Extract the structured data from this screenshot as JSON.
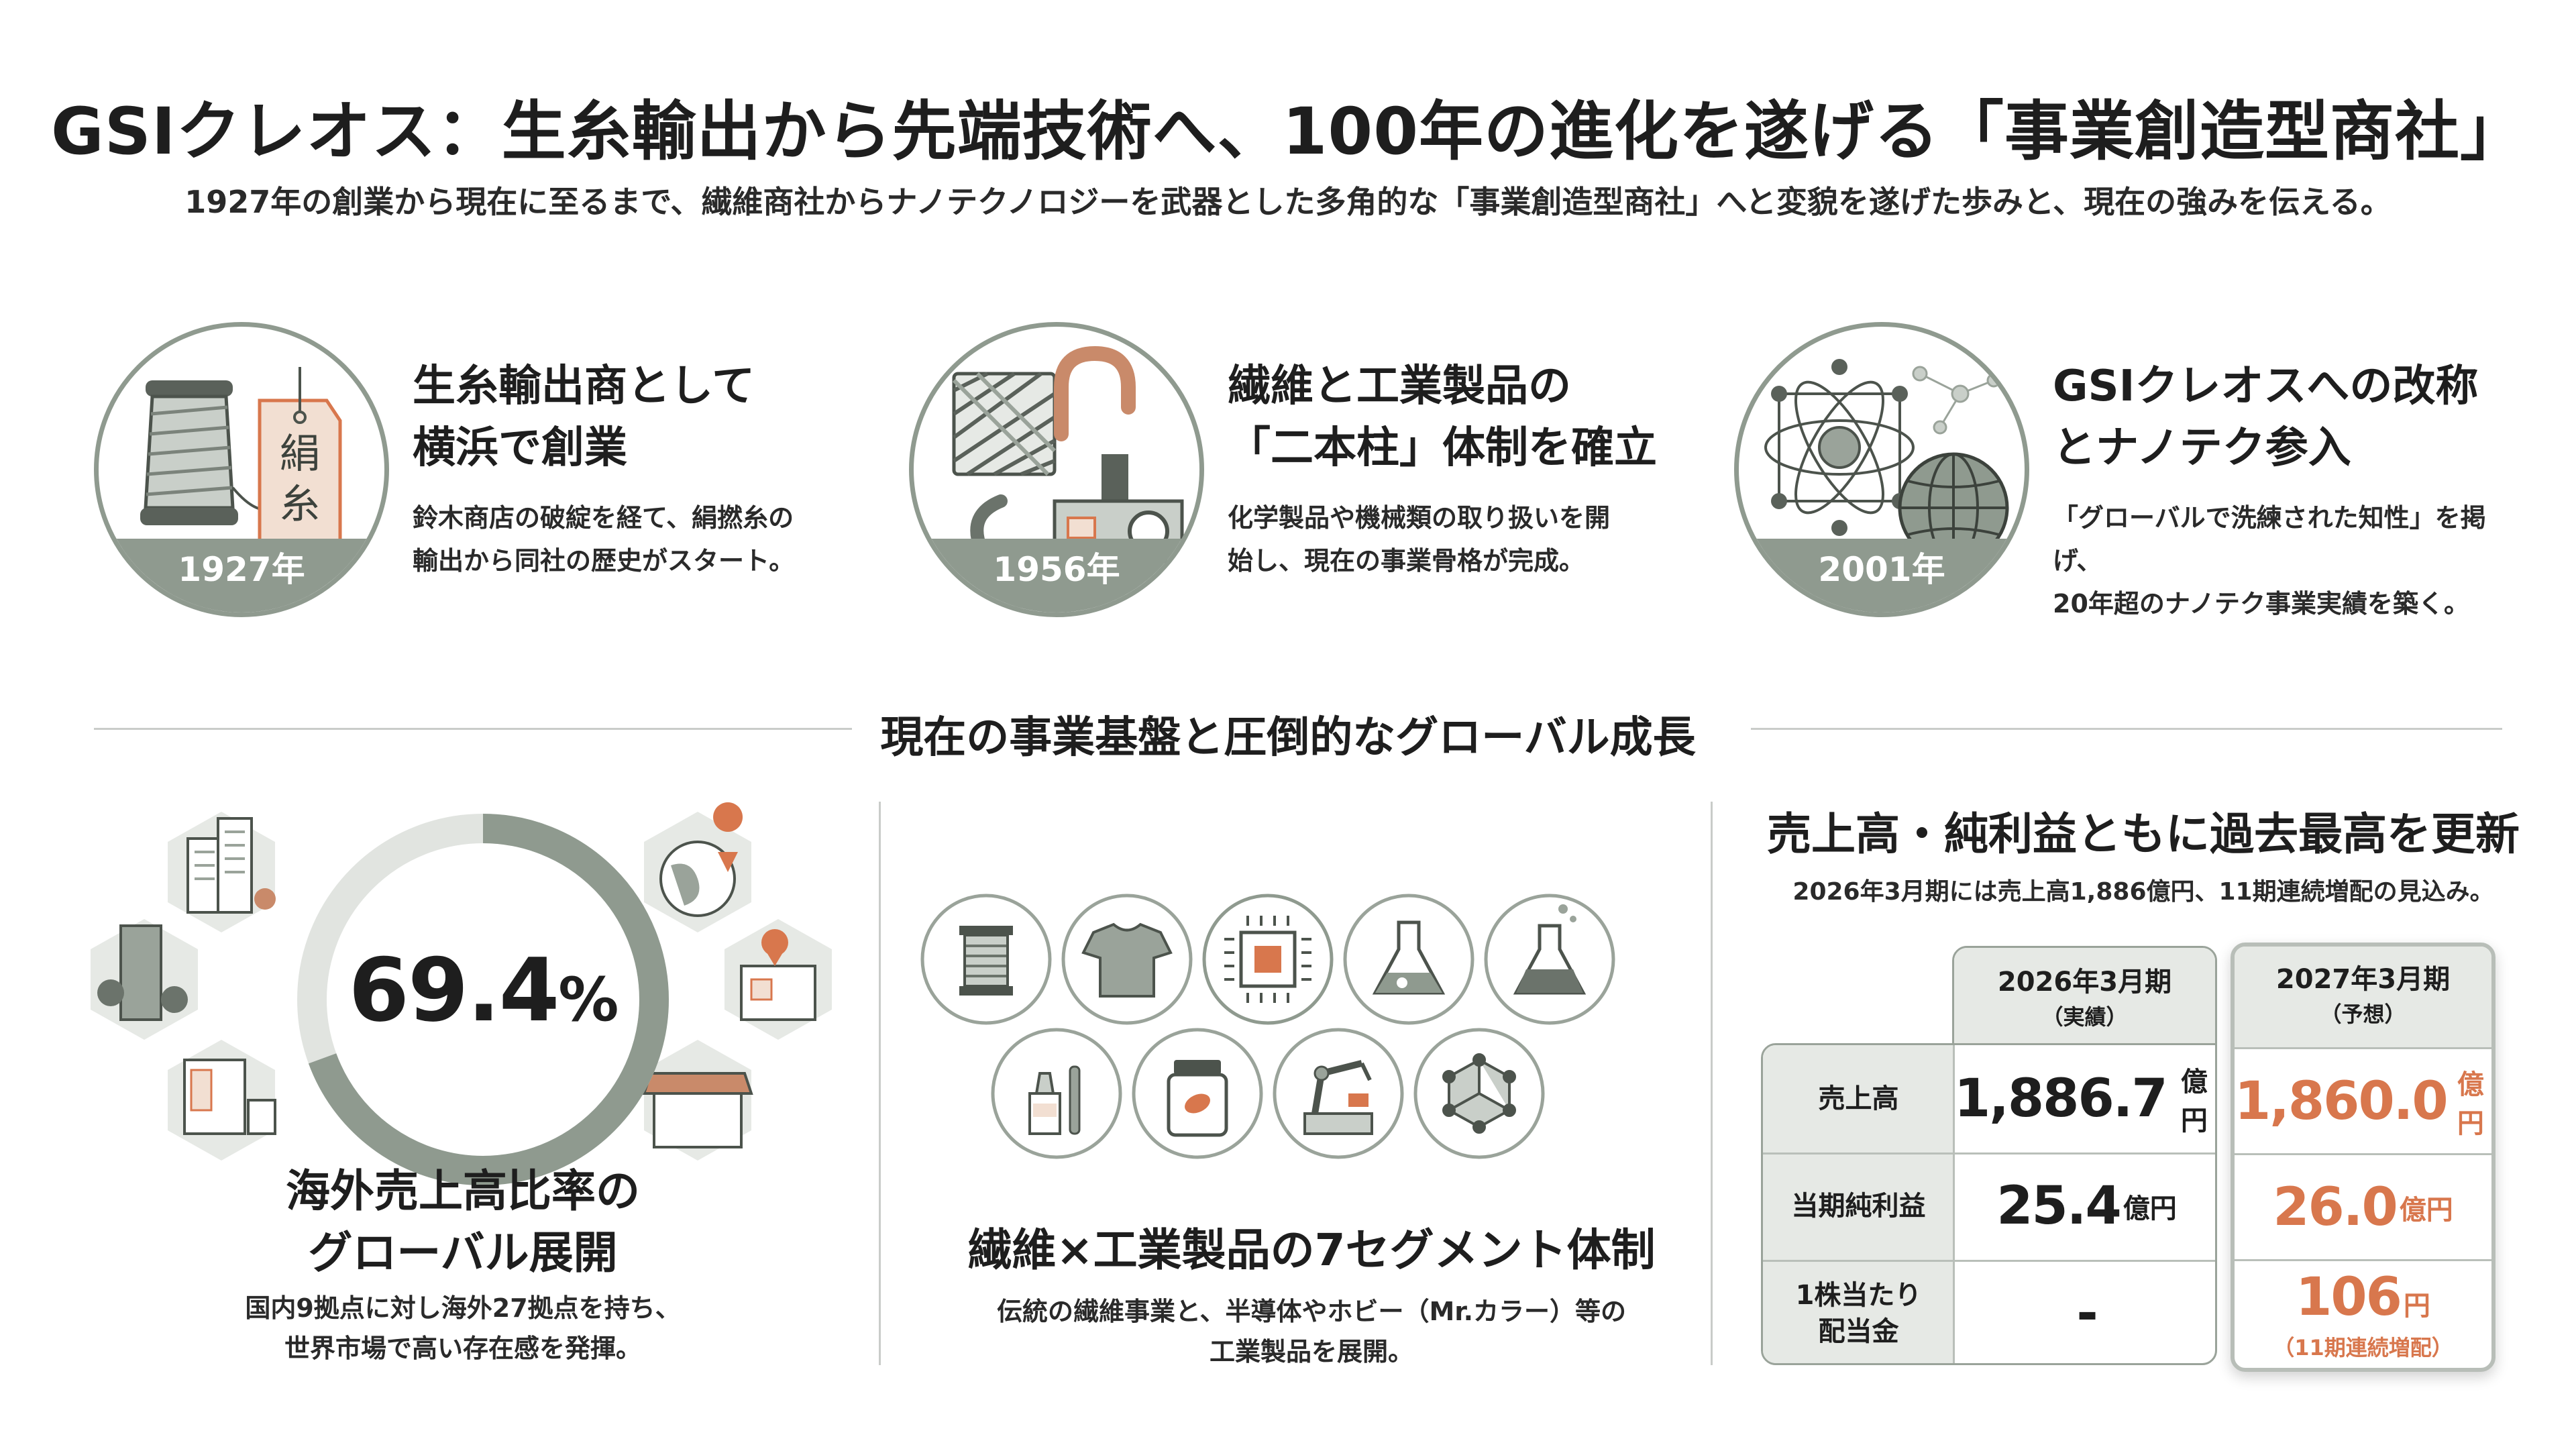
{
  "header": {
    "title": "GSIクレオス：生糸輸出から先端技術へ、100年の進化を遂げる「事業創造型商社」",
    "subtitle": "1927年の創業から現在に至るまで、繊維商社からナノテクノロジーを武器とした多角的な「事業創造型商社」へと変貌を遂げた歩みと、現在の強みを伝える。"
  },
  "timeline": [
    {
      "year": "1927年",
      "title": "生糸輸出商として\n横浜で創業",
      "desc": "鈴木商店の破綻を経て、絹撚糸の\n輸出から同社の歴史がスタート。",
      "tag_text": "絹\n糸"
    },
    {
      "year": "1956年",
      "title": "繊維と工業製品の\n「二本柱」体制を確立",
      "desc": "化学製品や機械類の取り扱いを開\n始し、現在の事業骨格が完成。"
    },
    {
      "year": "2001年",
      "title": "GSIクレオスへの改称\nとナノテク参入",
      "desc": "「グローバルで洗練された知性」を掲げ、\n20年超のナノテク事業実績を築く。"
    }
  ],
  "section": {
    "title": "現在の事業基盤と圧倒的なグローバル成長"
  },
  "overseas": {
    "ratio_value": "69.4",
    "ratio_unit": "%",
    "ratio": 0.694,
    "title": "海外売上高比率の\nグローバル展開",
    "desc": "国内9拠点に対し海外27拠点を持ち、\n世界市場で高い存在感を発揮。"
  },
  "segments": {
    "title": "繊維×工業製品の7セグメント体制",
    "desc": "伝統の繊維事業と、半導体やホビー（Mr.カラー）等の\n工業製品を展開。",
    "icons": [
      "thread-spool-icon",
      "tshirt-icon",
      "chip-icon",
      "flask-icon",
      "beaker-icon",
      "paint-bottle-icon",
      "jar-icon",
      "robot-arm-icon",
      "molecule-icon"
    ]
  },
  "financials": {
    "title": "売上高・純利益ともに過去最高を更新",
    "subtitle": "2026年3月期には売上高1,886億円、11期連続増配の見込み。",
    "columns": [
      {
        "label": "2026年3月期",
        "sub": "（実績）"
      },
      {
        "label": "2027年3月期",
        "sub": "（予想）"
      }
    ],
    "rows": [
      {
        "label": "売上高",
        "v1": "1,886.7",
        "u1": "億円",
        "v2": "1,860.0",
        "u2": "億円"
      },
      {
        "label": "当期純利益",
        "v1": "25.4",
        "u1": "億円",
        "v2": "26.0",
        "u2": "億円"
      },
      {
        "label": "1株当たり\n配当金",
        "v1": "-",
        "u1": "",
        "v2": "106",
        "u2": "円",
        "note2": "（11期連続増配）"
      }
    ]
  },
  "colors": {
    "sage": "#8f9a8f",
    "sage_light": "#e6e9e5",
    "accent": "#d8774d",
    "dark": "#3c423c"
  }
}
